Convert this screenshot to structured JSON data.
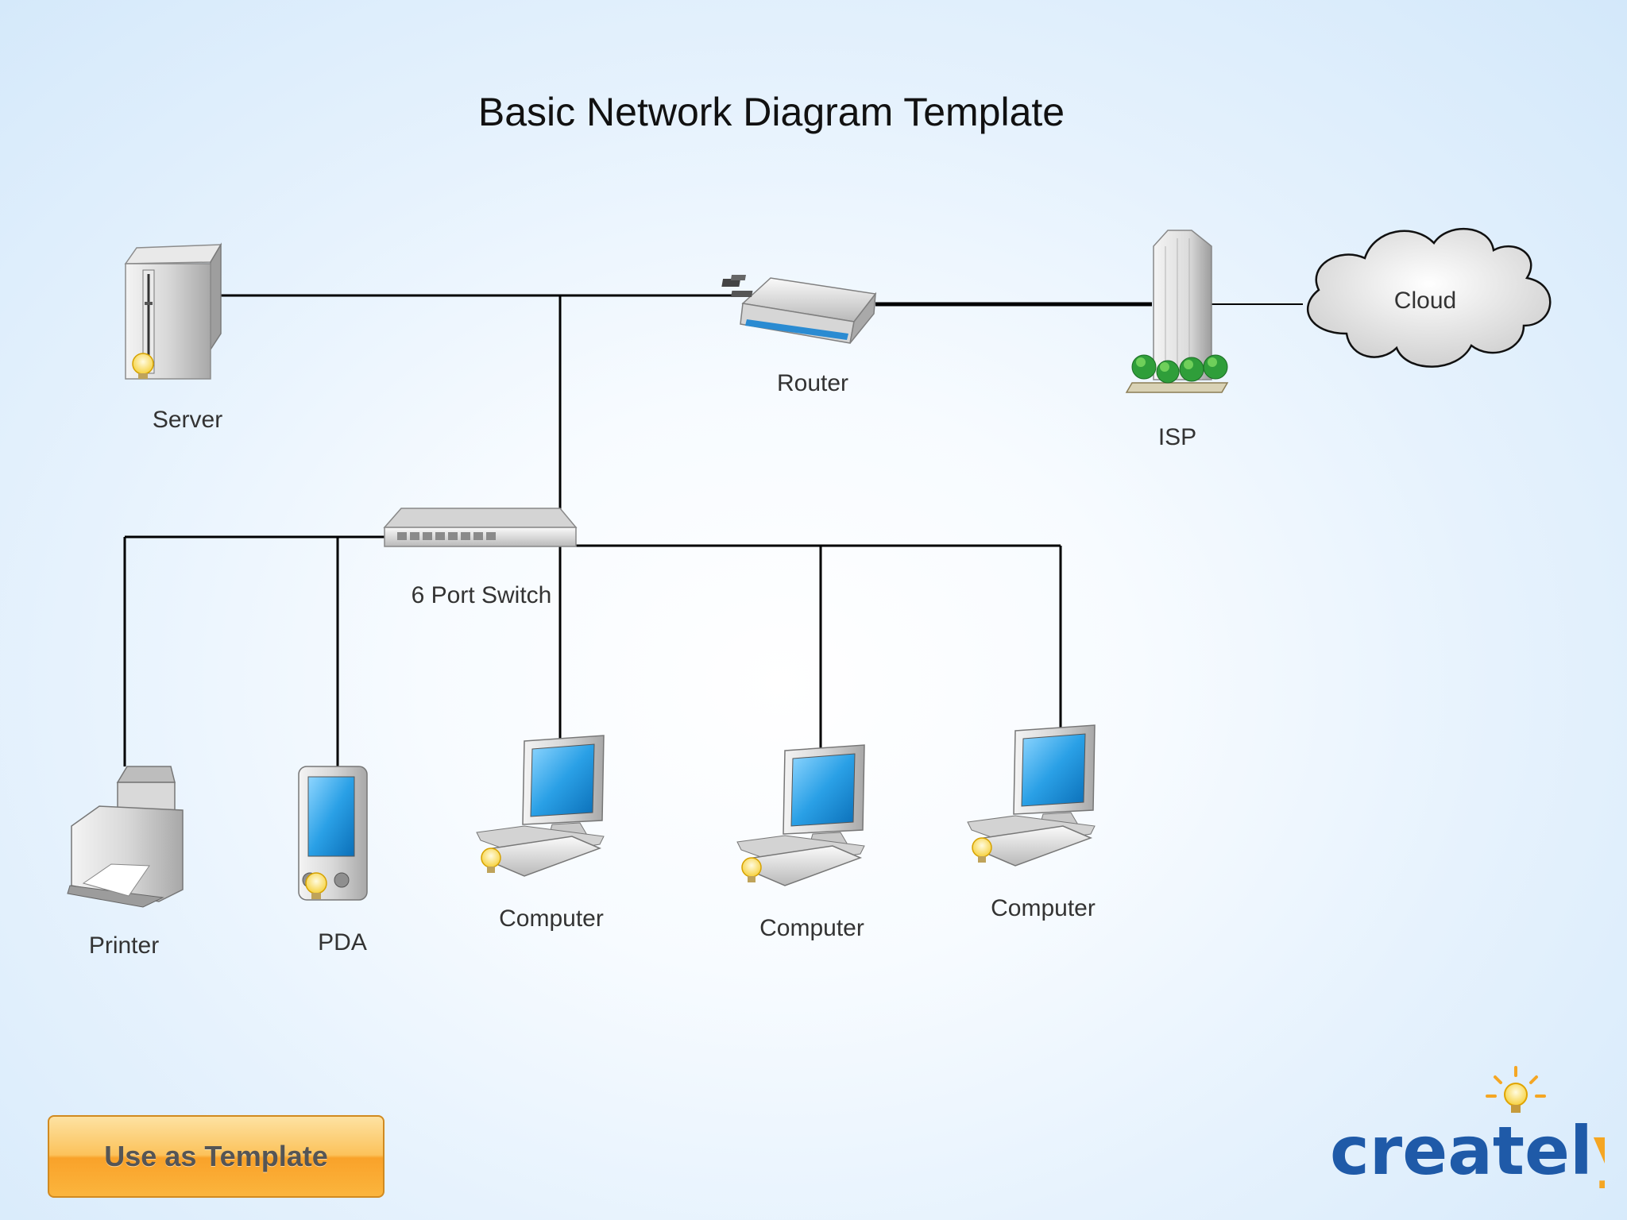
{
  "page": {
    "title": "Basic Network Diagram Template"
  },
  "nodes": {
    "server": {
      "label": "Server"
    },
    "router": {
      "label": "Router"
    },
    "isp": {
      "label": "ISP"
    },
    "cloud": {
      "label": "Cloud"
    },
    "switch": {
      "label": "6 Port Switch"
    },
    "printer": {
      "label": "Printer"
    },
    "pda": {
      "label": "PDA"
    },
    "computer_1": {
      "label": "Computer"
    },
    "computer_2": {
      "label": "Computer"
    },
    "computer_3": {
      "label": "Computer"
    }
  },
  "actions": {
    "use_template_label": "Use as Template"
  },
  "brand": {
    "logo_text": "creately",
    "colors": {
      "logo_blue": "#1f5aa8",
      "logo_orange": "#f5a623"
    }
  },
  "icons": [
    "server-icon",
    "router-icon",
    "building-icon",
    "cloud-icon",
    "network-switch-icon",
    "printer-icon",
    "pda-icon",
    "computer-icon",
    "lightbulb-icon"
  ],
  "colors": {
    "connection_line": "#000000",
    "screen_blue": "#2aa0e6",
    "button_orange": "#f9a22a"
  }
}
